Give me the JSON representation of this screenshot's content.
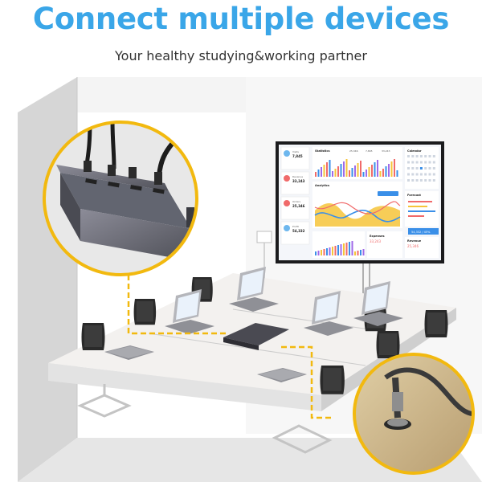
{
  "header": {
    "title": "Connect multiple devices",
    "subtitle": "Your healthy studying&working partner"
  },
  "colors": {
    "accent_blue": "#3aa6e8",
    "highlight_yellow": "#f2b90f",
    "table_top": "#f2f2f2",
    "room_gray": "#d9d9d9"
  },
  "screen": {
    "stat_cards": [
      {
        "label": "Visits",
        "value": "7,845"
      },
      {
        "label": "Revenue",
        "value": "33,243"
      },
      {
        "label": "Orders",
        "value": "25,346"
      },
      {
        "label": "Profit",
        "value": "54,332"
      }
    ],
    "panels": {
      "statistics": "Statistics",
      "analytics": "Analytics",
      "calendar": "Calendar",
      "forecast": "Forecast",
      "expenses": "Expenses",
      "revenue": "Revenue"
    },
    "legend": [
      "25,346",
      "7,845",
      "33,243"
    ],
    "figures": {
      "expenses": "33,243",
      "revenue": "25,346",
      "banner": "54,332 / 45%"
    }
  }
}
